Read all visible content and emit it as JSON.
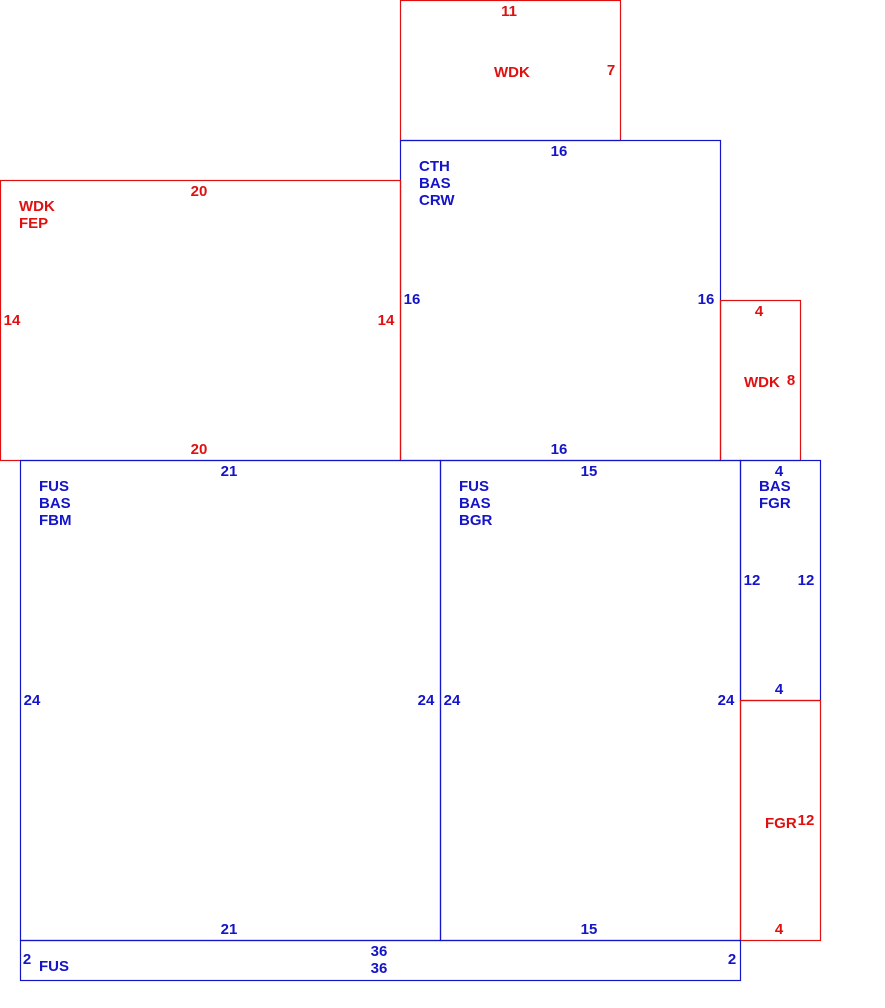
{
  "colors": {
    "blue": "#1414c8",
    "red": "#e01010",
    "background": "#ffffff"
  },
  "areas": [
    {
      "id": "wdk-top",
      "color": "red",
      "codes": [
        "WDK"
      ],
      "dims": {
        "top": "11",
        "right": "7"
      }
    },
    {
      "id": "cth-bas-crw",
      "color": "blue",
      "codes": [
        "CTH",
        "BAS",
        "CRW"
      ],
      "dims": {
        "top": "16",
        "left": "16",
        "right": "16",
        "bottom": "16"
      }
    },
    {
      "id": "wdk-fep",
      "color": "red",
      "codes": [
        "WDK",
        "FEP"
      ],
      "dims": {
        "top": "20",
        "left": "14",
        "right": "14",
        "bottom": "20"
      }
    },
    {
      "id": "wdk-right",
      "color": "red",
      "codes": [
        "WDK"
      ],
      "dims": {
        "top": "4",
        "right": "8"
      }
    },
    {
      "id": "fus-bas-fbm",
      "color": "blue",
      "codes": [
        "FUS",
        "BAS",
        "FBM"
      ],
      "dims": {
        "top": "21",
        "left": "24",
        "right": "24",
        "bottom": "21"
      }
    },
    {
      "id": "fus-bas-bgr",
      "color": "blue",
      "codes": [
        "FUS",
        "BAS",
        "BGR"
      ],
      "dims": {
        "top": "15",
        "left": "24",
        "right": "24",
        "bottom": "15"
      }
    },
    {
      "id": "bas-fgr",
      "color": "blue",
      "codes": [
        "BAS",
        "FGR"
      ],
      "dims": {
        "top": "4",
        "left": "12",
        "right": "12",
        "bottom": "4"
      }
    },
    {
      "id": "fgr",
      "color": "red",
      "codes": [
        "FGR"
      ],
      "dims": {
        "right": "12",
        "bottom": "4"
      }
    },
    {
      "id": "fus-bottom",
      "color": "blue",
      "codes": [
        "FUS"
      ],
      "dims": {
        "top": "36",
        "left": "2",
        "right": "2",
        "bottom": "36"
      }
    }
  ]
}
